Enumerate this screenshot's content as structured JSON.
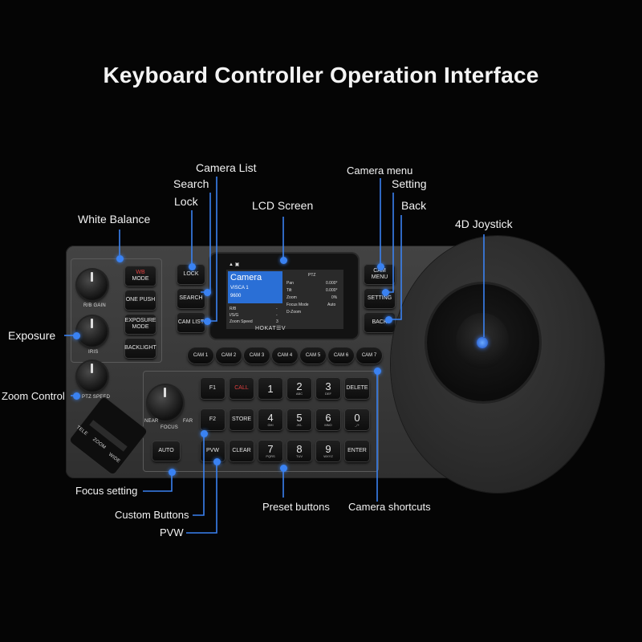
{
  "title": "Keyboard Controller Operation Interface",
  "colors": {
    "background": "#050505",
    "accent": "#3a82f2",
    "panel": "#3d3d3d"
  },
  "labels": {
    "white_balance": "White Balance",
    "exposure": "Exposure",
    "zoom_control": "Zoom Control",
    "lock": "Lock",
    "search": "Search",
    "camera_list": "Camera List",
    "lcd_screen": "LCD Screen",
    "camera_menu": "Camera menu",
    "setting": "Setting",
    "back": "Back",
    "joystick": "4D Joystick",
    "focus_setting": "Focus setting",
    "custom_buttons": "Custom Buttons",
    "pvw": "PVW",
    "preset_buttons": "Preset buttons",
    "camera_shortcuts": "Camera shortcuts"
  },
  "knobs": {
    "rb_gain": "R/B GAIN",
    "iris": "IRIS",
    "ptz_speed": "PTZ SPEED",
    "near": "NEAR",
    "focus": "FOCUS",
    "far": "FAR"
  },
  "zoom_rocker": {
    "tele": "TELE",
    "zoom": "ZOOM",
    "wide": "WIDE"
  },
  "wb_buttons": {
    "wb_mode": [
      "WB",
      "MODE"
    ],
    "one_push": "ONE PUSH",
    "exposure_mode": [
      "EXPOSURE",
      "MODE"
    ],
    "backlight": "BACKLIGHT"
  },
  "left_buttons": {
    "lock": "LOCK",
    "search": "SEARCH",
    "cam_list": "CAM LIST"
  },
  "right_buttons": {
    "cam_menu": "CAM MENU",
    "setting": "SETTING",
    "back": "BACK"
  },
  "lcd": {
    "camera": "Camera",
    "visca": "VISCA 1",
    "baud": "9600",
    "header": "PTZ",
    "left_rows": [
      [
        "R/B",
        "-"
      ],
      [
        "I/S/G",
        "-"
      ],
      [
        "Zoom Speed",
        "3"
      ]
    ],
    "right_rows": [
      [
        "Pan",
        "0.000°"
      ],
      [
        "Tilt",
        "0.000°"
      ],
      [
        "Zoom",
        "0%"
      ],
      [
        "Focus Mode",
        "Auto"
      ],
      [
        "D-Zoom",
        ""
      ]
    ],
    "brand": "HOKAT☰V"
  },
  "cam_buttons": [
    "CAM 1",
    "CAM 2",
    "CAM 3",
    "CAM 4",
    "CAM 5",
    "CAM 6",
    "CAM 7"
  ],
  "keys": {
    "f1": "F1",
    "f2": "F2",
    "call": "CALL",
    "store": "STORE",
    "clear": "CLEAR",
    "delete": "DELETE",
    "enter": "ENTER",
    "auto": "AUTO",
    "pvw": "PVW",
    "digits": [
      {
        "d": "1",
        "s": ""
      },
      {
        "d": "2",
        "s": "ABC"
      },
      {
        "d": "3",
        "s": "DEF"
      },
      {
        "d": "4",
        "s": "GHI"
      },
      {
        "d": "5",
        "s": "JKL"
      },
      {
        "d": "6",
        "s": "MNO"
      },
      {
        "d": "7",
        "s": "PQRS"
      },
      {
        "d": "8",
        "s": "TUV"
      },
      {
        "d": "9",
        "s": "WXYZ"
      },
      {
        "d": "0",
        "s": "_/+"
      }
    ]
  }
}
